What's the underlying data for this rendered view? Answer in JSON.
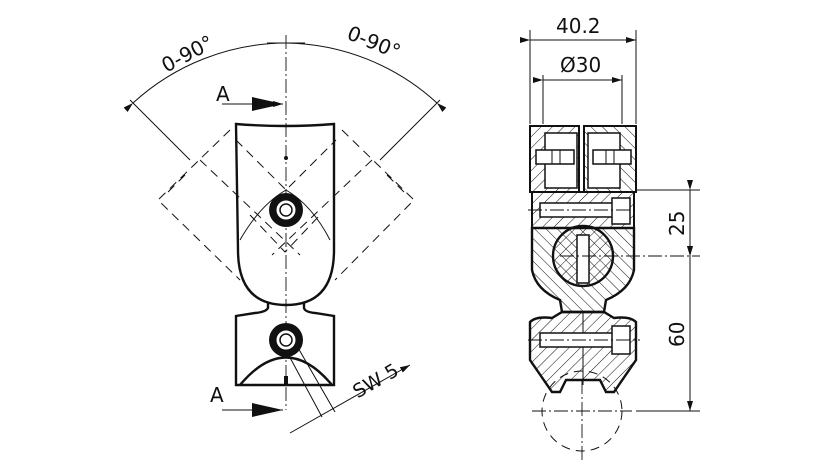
{
  "drawing": {
    "front_view": {
      "angle_left": "0-90°",
      "angle_right": "0-90°",
      "section_mark_top": "A",
      "section_mark_bottom": "A",
      "wrench_size": "SW 5"
    },
    "section_view": {
      "overall_width": "40.2",
      "tube_diameter": "Ø30",
      "dim_upper": "25",
      "dim_lower": "60"
    },
    "colors": {
      "line": "#111111",
      "background": "#ffffff"
    }
  }
}
